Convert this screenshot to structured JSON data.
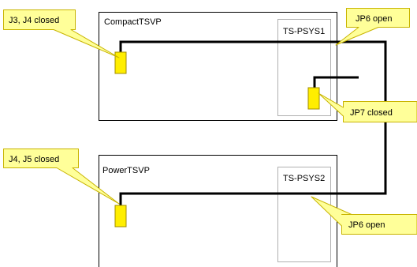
{
  "diagram": {
    "chassis_top": {
      "label": "CompactTSVP"
    },
    "chassis_bottom": {
      "label": "PowerTSVP"
    },
    "module_top": {
      "label": "TS-PSYS1"
    },
    "module_bottom": {
      "label": "TS-PSYS2"
    },
    "callouts": {
      "j3_j4": "J3, J4 closed",
      "jp6_top": "JP6 open",
      "jp7": "JP7 closed",
      "j4_j5": "J4, J5 closed",
      "jp6_bottom": "JP6 open"
    },
    "colors": {
      "callout_fill": "#ffff99",
      "callout_stroke": "#c8b400",
      "jumper_fill": "#ffee00",
      "jumper_stroke": "#a08c00",
      "module_stroke": "#b0b0b0",
      "chassis_stroke": "#000000",
      "cable": "#000000"
    }
  }
}
